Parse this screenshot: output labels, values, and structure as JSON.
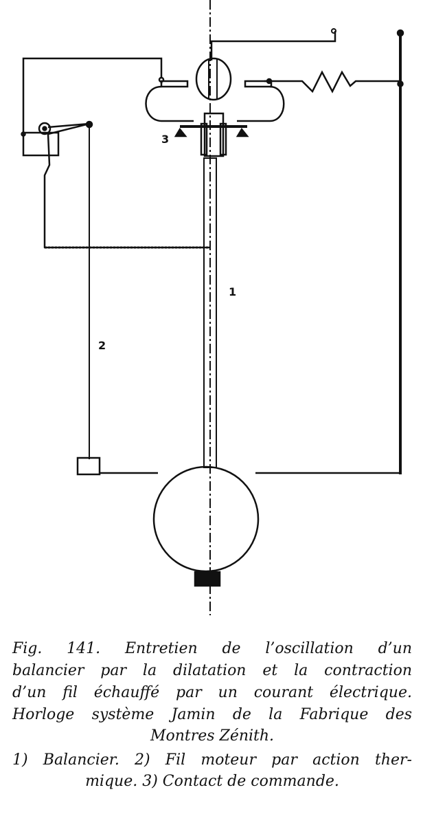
{
  "diagram": {
    "labels": {
      "balancier": "1",
      "fil": "2",
      "contact": "3"
    }
  },
  "caption": {
    "lines": [
      "Fig. 141. Entretien de l’oscillation d’un",
      "balancier par la dilatation et la contraction",
      "d’un fil échauffé par un courant électrique.",
      "Horloge système Jamin de la Fabrique des",
      "Montres Zénith.",
      "1) Balancier. 2) Fil moteur par action ther-",
      "mique. 3) Contact de commande."
    ]
  }
}
